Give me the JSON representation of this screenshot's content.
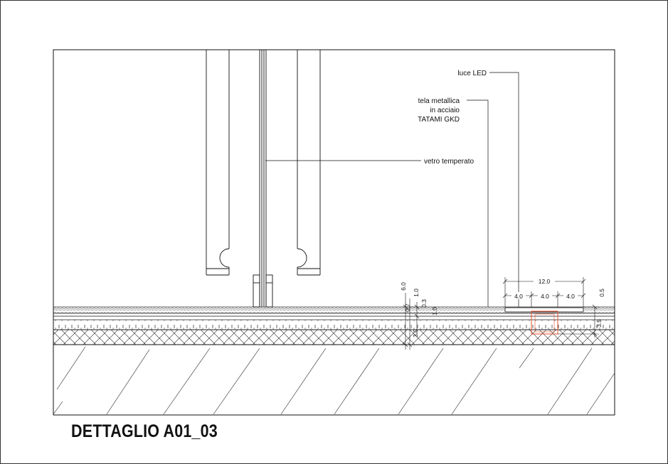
{
  "title": "DETTAGLIO A01_03",
  "labels": {
    "luce_led": "luce LED",
    "tela_line1": "tela metallica",
    "tela_line2": "in acciaio",
    "tela_line3": "TATAMI GKD",
    "vetro": "vetro temperato"
  },
  "dimensions": {
    "d_12": "12.0",
    "d_4a": "4.0",
    "d_4b": "4.0",
    "d_4c": "4.0",
    "d_05": "0.5",
    "d_60": "6.0",
    "d_10a": "1.0",
    "d_07": "0.7",
    "d_03": "0.3",
    "d_10b": "1.0",
    "d_30": "3.0",
    "d_35": "3.5"
  },
  "colors": {
    "line": "#111111",
    "led_box": "#e8502a"
  }
}
